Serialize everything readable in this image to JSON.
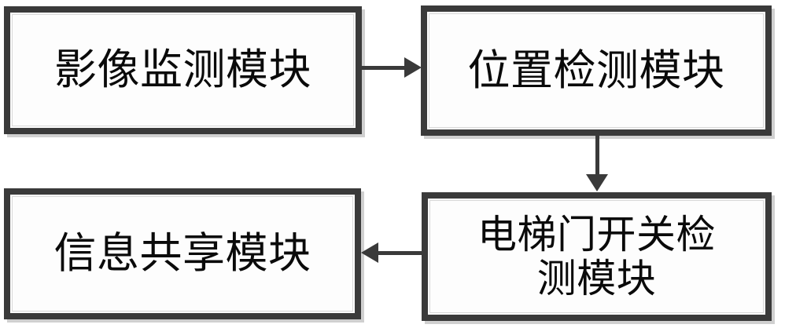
{
  "diagram": {
    "type": "block-flow-diagram",
    "orientation": "two-by-two-grid",
    "blocks": [
      {
        "id": "image-monitor",
        "label": "影像监测模块",
        "position": "top-left"
      },
      {
        "id": "position-detect",
        "label": "位置检测模块",
        "position": "top-right"
      },
      {
        "id": "door-detect",
        "label": "电梯门开关检\n测模块",
        "position": "bottom-right"
      },
      {
        "id": "info-share",
        "label": "信息共享模块",
        "position": "bottom-left"
      }
    ],
    "connections": [
      {
        "id": "monitor-to-position",
        "from": "image-monitor",
        "to": "position-detect",
        "direction": "right"
      },
      {
        "id": "position-to-door",
        "from": "position-detect",
        "to": "door-detect",
        "direction": "down"
      },
      {
        "id": "door-to-info",
        "from": "door-detect",
        "to": "info-share",
        "direction": "left"
      }
    ],
    "colors": {
      "border": "#3a3a3a",
      "text": "#0a0a0a",
      "box_fill": "#fdfdfd",
      "page_background": "#ffffff",
      "shadow": "#aaaaaa"
    }
  }
}
